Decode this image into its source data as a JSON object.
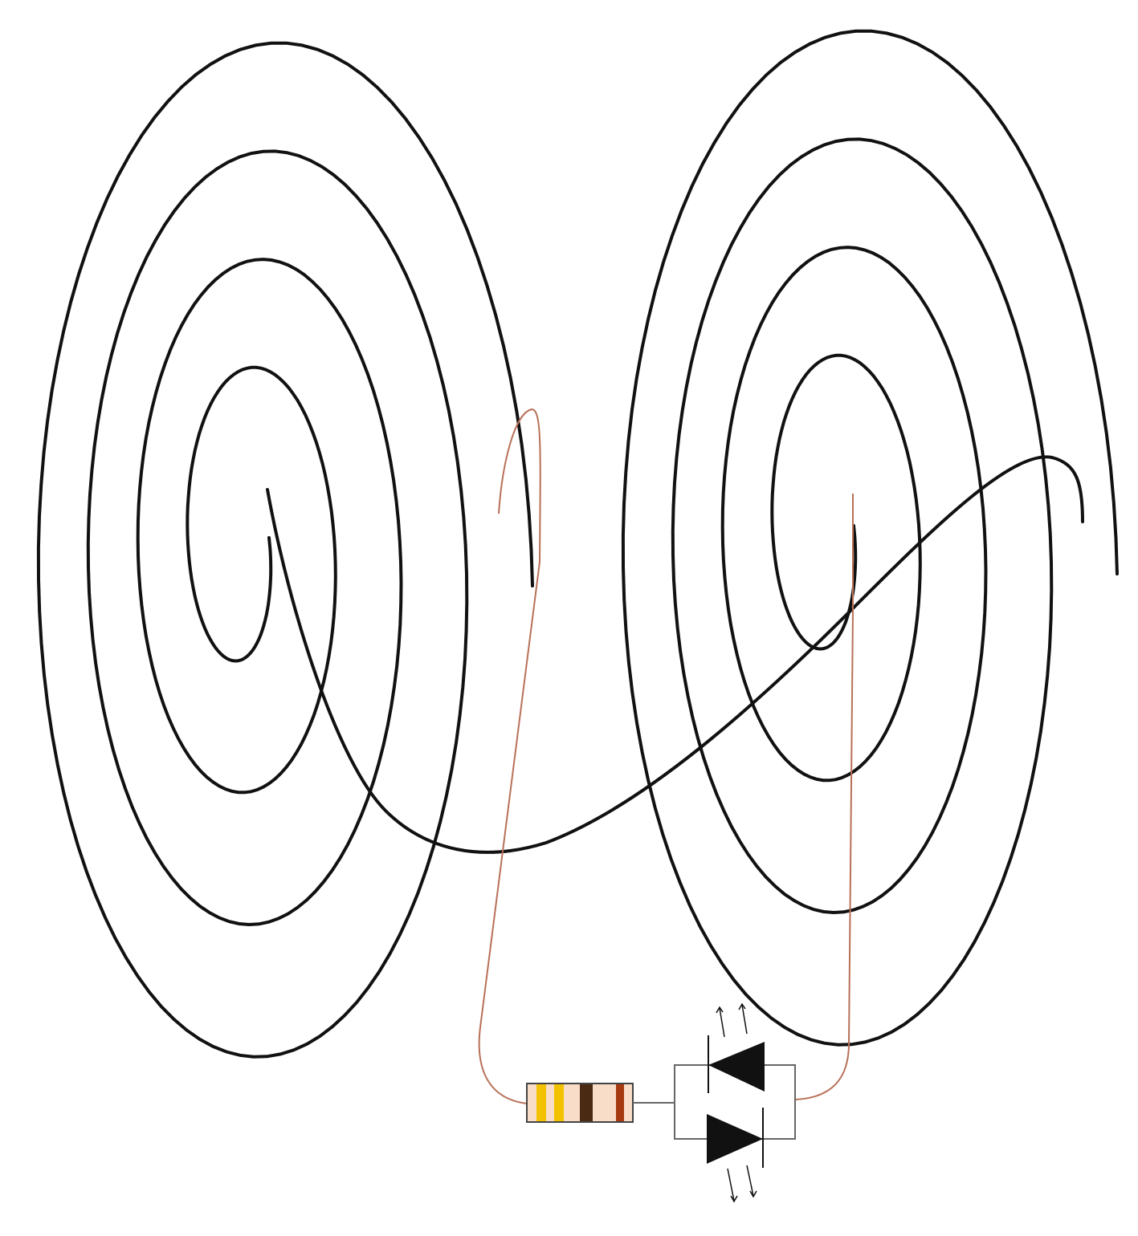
{
  "diagram": {
    "components": [
      {
        "kind": "spiral-coil",
        "name": "left-coil",
        "turns": 4
      },
      {
        "kind": "spiral-coil",
        "name": "right-coil",
        "turns": 4
      },
      {
        "kind": "resistor",
        "name": "resistor",
        "bands": [
          "#f2c200",
          "#f2c200",
          "#4a2a12",
          "#a83a12"
        ]
      },
      {
        "kind": "led",
        "name": "led-upper",
        "direction": "left"
      },
      {
        "kind": "led",
        "name": "led-lower",
        "direction": "right"
      }
    ],
    "colors": {
      "coil_wire": "#111111",
      "lead_wire": "#b87058",
      "component_wire": "#666666",
      "resistor_body": "#f8ddc8",
      "led_fill": "#111111"
    }
  }
}
